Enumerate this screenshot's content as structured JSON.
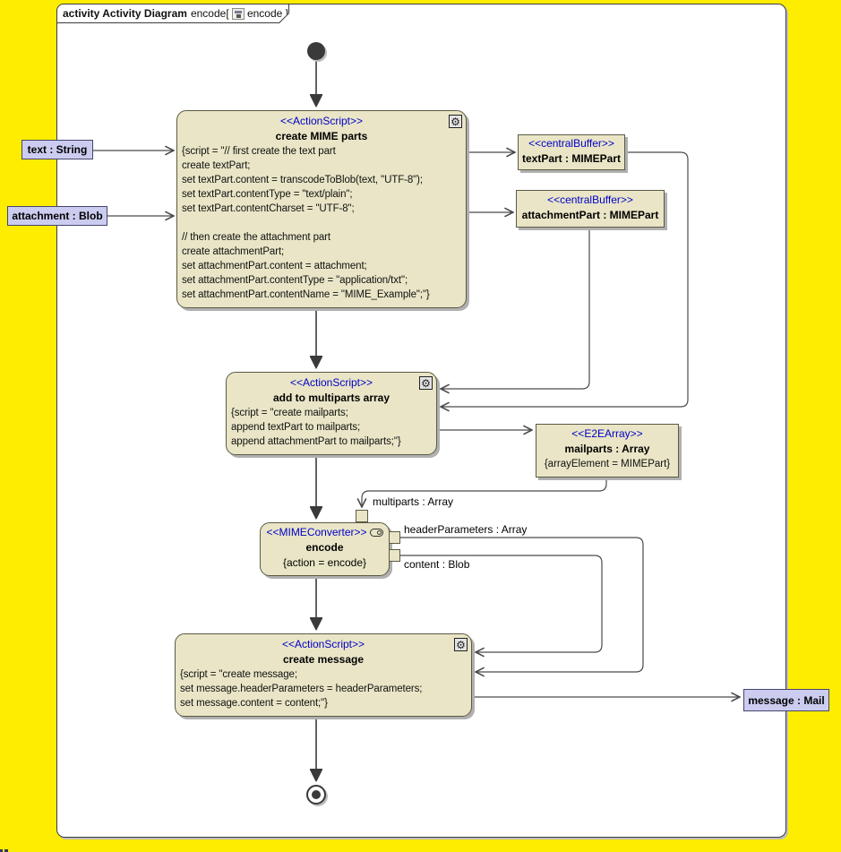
{
  "colors": {
    "canvas_yellow": "#FFED00",
    "node_fill": "#E9E5C6",
    "node_border": "#5A5A44",
    "stereotype_blue": "#0000C8",
    "parameter_fill": "#CCCCF0",
    "edge_stroke": "#4A4A4A"
  },
  "frame": {
    "title_bold": "activity Activity Diagram",
    "title_pre": "encode[",
    "title_post": "encode ]"
  },
  "nodes": {
    "create_mime_parts": {
      "stereotype": "<<ActionScript>>",
      "name": "create MIME parts",
      "lines": [
        "{script = \"// first create the text part",
        "create textPart;",
        "set textPart.content = transcodeToBlob(text, \"UTF-8\");",
        "set textPart.contentType = \"text/plain\";",
        "set textPart.contentCharset = \"UTF-8\";",
        "",
        "// then create the attachment part",
        "create attachmentPart;",
        "set attachmentPart.content = attachment;",
        "set attachmentPart.contentType = \"application/txt\";",
        "set attachmentPart.contentName = \"MIME_Example\";\"}"
      ]
    },
    "add_to_multiparts": {
      "stereotype": "<<ActionScript>>",
      "name": "add to multiparts array",
      "lines": [
        "{script = \"create mailparts;",
        "append textPart to mailparts;",
        "append attachmentPart to mailparts;\"}"
      ]
    },
    "encode": {
      "stereotype": "<<MIMEConverter>>",
      "name": "encode",
      "constraint": "{action = encode}"
    },
    "create_message": {
      "stereotype": "<<ActionScript>>",
      "name": "create message",
      "lines": [
        "{script = \"create message;",
        "set message.headerParameters = headerParameters;",
        "set message.content = content;\"}"
      ]
    }
  },
  "buffers": {
    "textPart": {
      "stereotype": "<<centralBuffer>>",
      "name": "textPart : MIMEPart"
    },
    "attachmentPart": {
      "stereotype": "<<centralBuffer>>",
      "name": "attachmentPart : MIMEPart"
    },
    "mailparts": {
      "stereotype": "<<E2EArray>>",
      "name": "mailparts : Array",
      "constraint": "{arrayElement = MIMEPart}"
    }
  },
  "parameters": {
    "text": "text : String",
    "attachment": "attachment : Blob",
    "message": "message : Mail"
  },
  "pin_labels": {
    "multiparts": "multiparts : Array",
    "headerParameters": "headerParameters : Array",
    "content": "content : Blob"
  }
}
